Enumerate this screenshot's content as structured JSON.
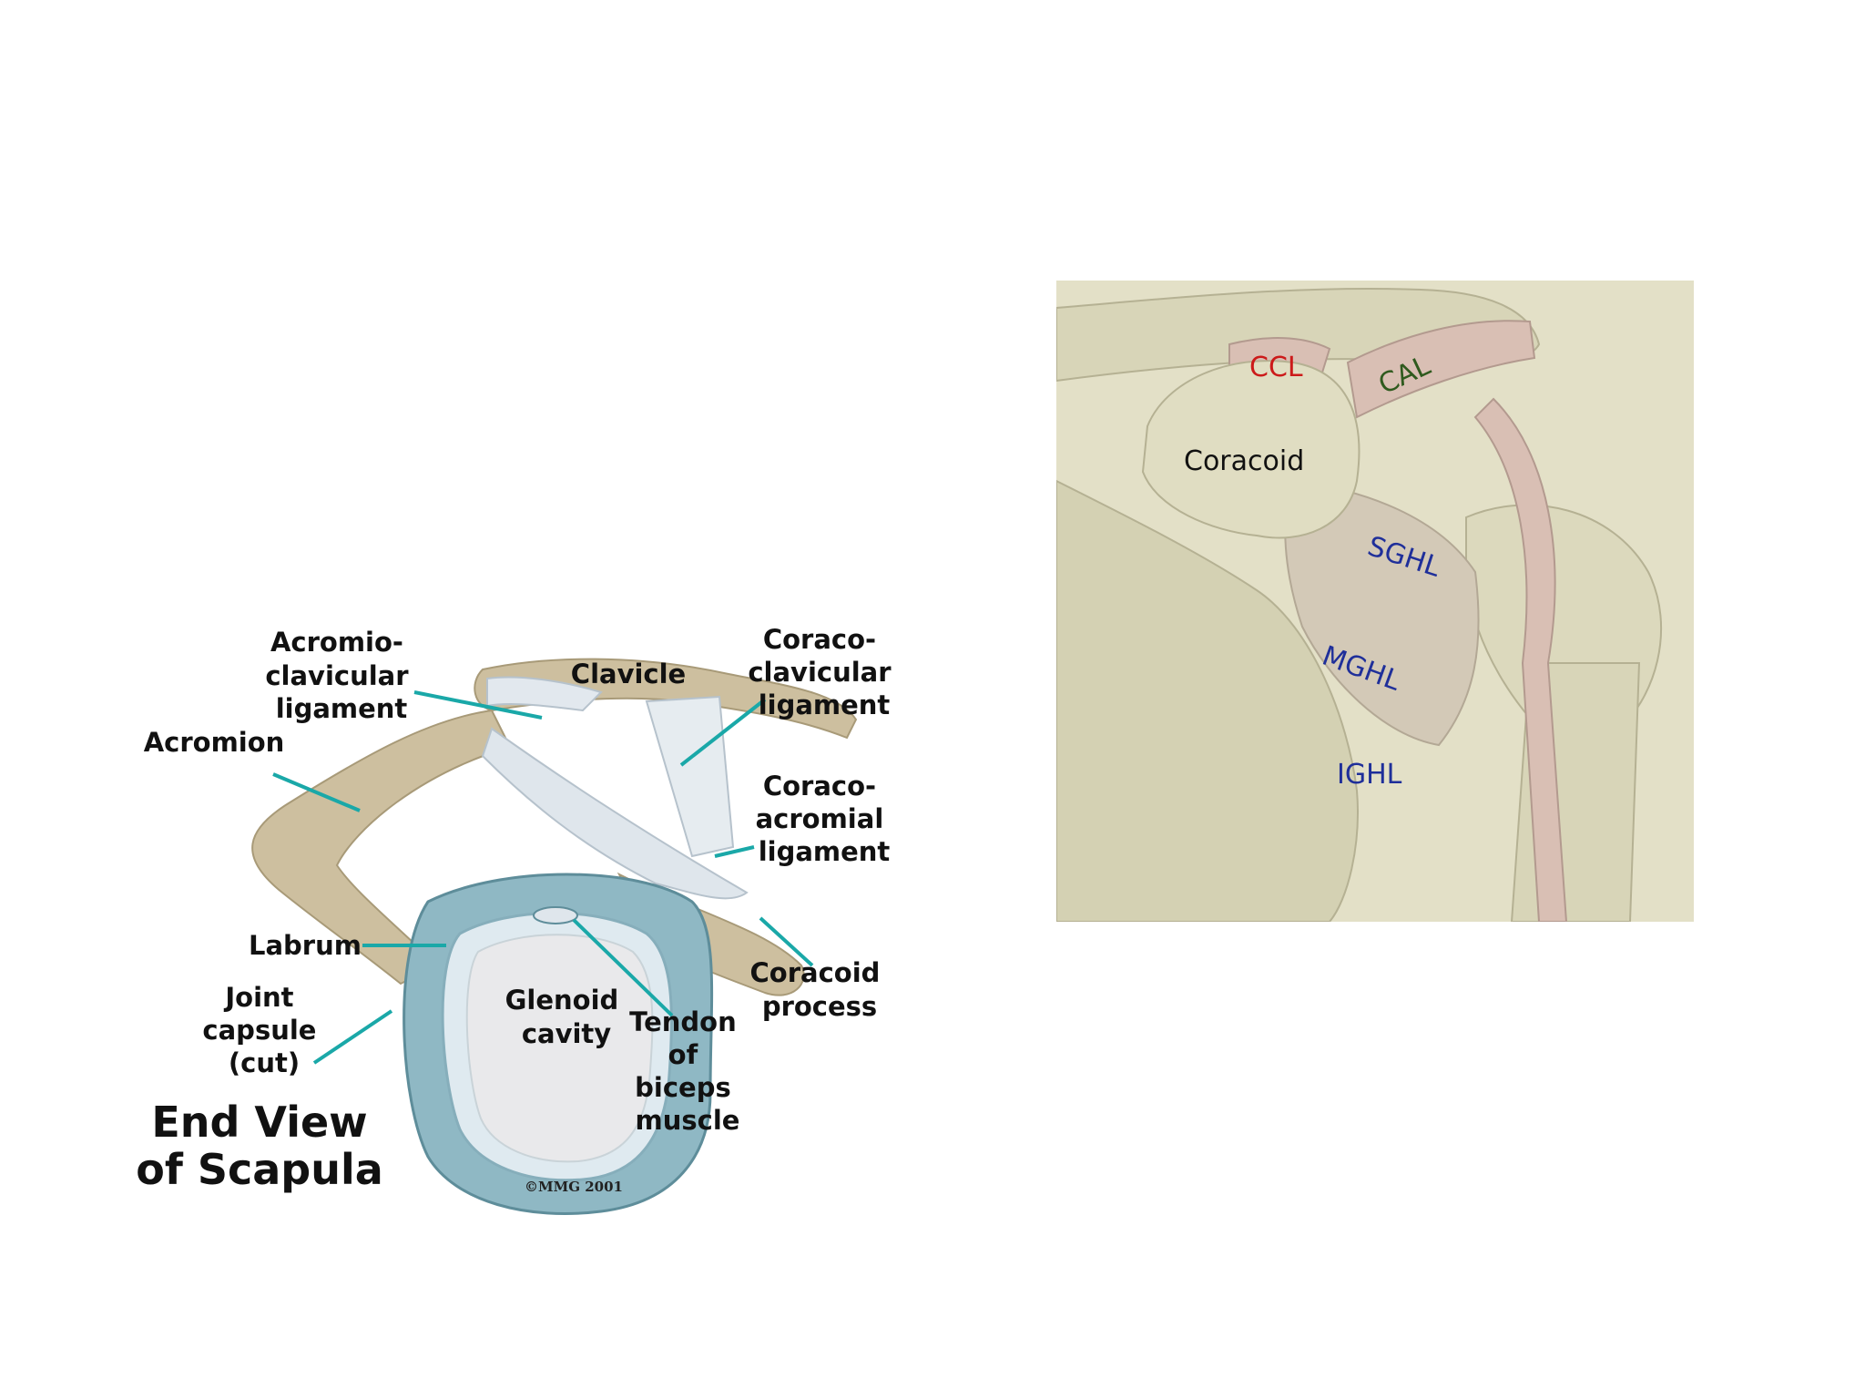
{
  "left_diagram": {
    "title_line1": "End View",
    "title_line2": "of Scapula",
    "copyright": "©MMG 2001",
    "labels": {
      "acromioclavicular": [
        "Acromio-",
        "clavicular",
        "ligament"
      ],
      "clavicle": "Clavicle",
      "coracoclavicular": [
        "Coraco-",
        "clavicular",
        "ligament"
      ],
      "acromion": "Acromion",
      "coracoacromial": [
        "Coraco-",
        "acromial",
        "ligament"
      ],
      "labrum": "Labrum",
      "glenoid": [
        "Glenoid",
        "cavity"
      ],
      "joint_capsule": [
        "Joint",
        "capsule",
        "(cut)"
      ],
      "coracoid_process": [
        "Coracoid",
        "process"
      ],
      "biceps_tendon": [
        "Tendon",
        "of",
        "biceps",
        "muscle"
      ]
    },
    "colors": {
      "bone": "#cdbf9f",
      "ligament": "#dfe6ec",
      "capsule": "#8fb8c4",
      "leader": "#1aa8a8"
    }
  },
  "right_diagram": {
    "labels": {
      "ccl": "CCL",
      "cal": "CAL",
      "coracoid": "Coracoid",
      "sghl": "SGHL",
      "mghl": "MGHL",
      "ighl": "IGHL"
    },
    "colors": {
      "ccl": "#cc1a1a",
      "cal": "#2f5a1e",
      "ghl": "#1f2f9a",
      "coracoid": "#111111",
      "bone": "#d8d5b8",
      "ligament": "#d9bfb4"
    }
  }
}
